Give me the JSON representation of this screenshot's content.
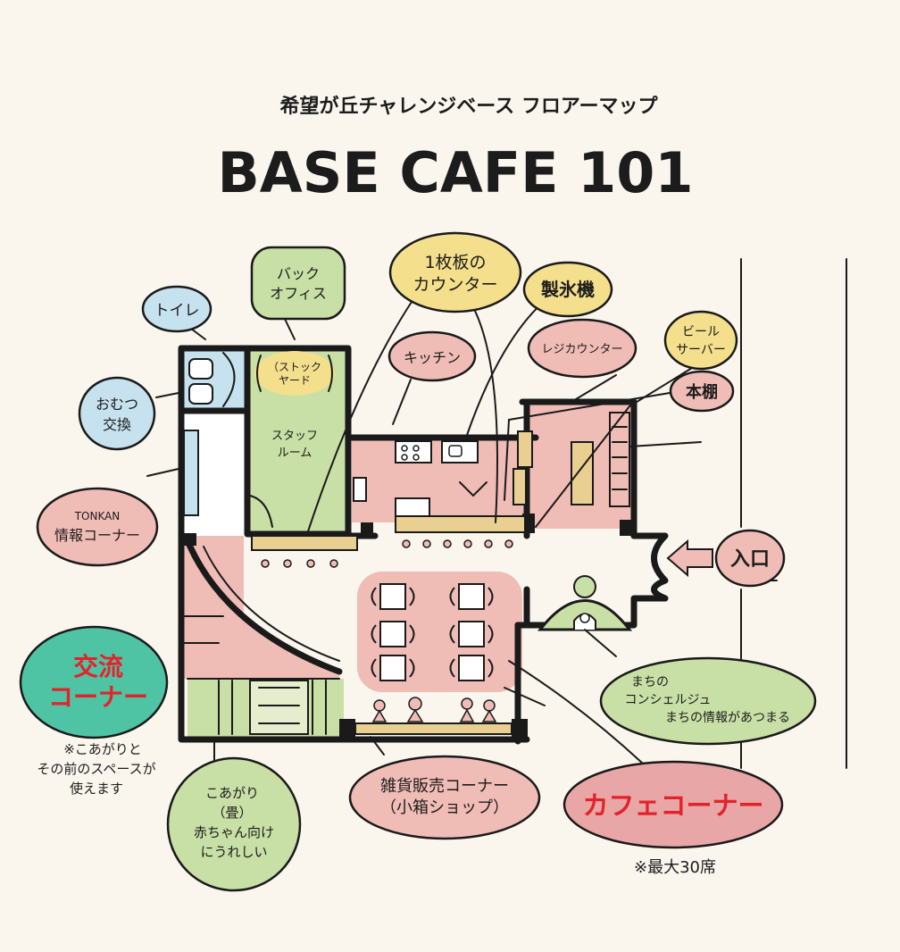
{
  "header": {
    "subtitle": "希望が丘チャレンジベース フロアーマップ",
    "title": "BASE CAFE 101"
  },
  "labels": {
    "toilet": "トイレ",
    "back_office": [
      "バック",
      "オフィス"
    ],
    "counter": [
      "1枚板の",
      "カウンター"
    ],
    "ice_machine": "製氷機",
    "kitchen": "キッチン",
    "register": "レジカウンター",
    "beer_server": [
      "ビール",
      "サーバー"
    ],
    "bookshelf": "本棚",
    "diaper": [
      "おむつ",
      "交換"
    ],
    "stock_yard": [
      "（ストック",
      "ヤード"
    ],
    "staff_room": [
      "スタッフ",
      "ルーム"
    ],
    "tonkan": [
      "TONKAN",
      "情報コーナー"
    ],
    "entrance": "入口",
    "concierge": [
      "まちの",
      "コンシェルジュ",
      "まちの情報があつまる"
    ],
    "exchange_corner": [
      "交流",
      "コーナー"
    ],
    "exchange_note": [
      "※こあがりと",
      "その前のスペースが",
      "使えます"
    ],
    "koagari": [
      "こあがり",
      "（畳）",
      "赤ちゃん向け",
      "にうれしい"
    ],
    "goods_corner": [
      "雑貨販売コーナー",
      "（小箱ショップ）"
    ],
    "cafe_corner": "カフェコーナー",
    "cafe_note": "※最大30席"
  },
  "colors": {
    "background": "#faf6ee",
    "pink": "#f0bcb6",
    "green": "#c8dfa6",
    "yellow": "#f3df8c",
    "blue": "#c7e2ef",
    "teal": "#4fc4a4",
    "wood": "#e9cf91",
    "accent_red": "#e2242a"
  }
}
